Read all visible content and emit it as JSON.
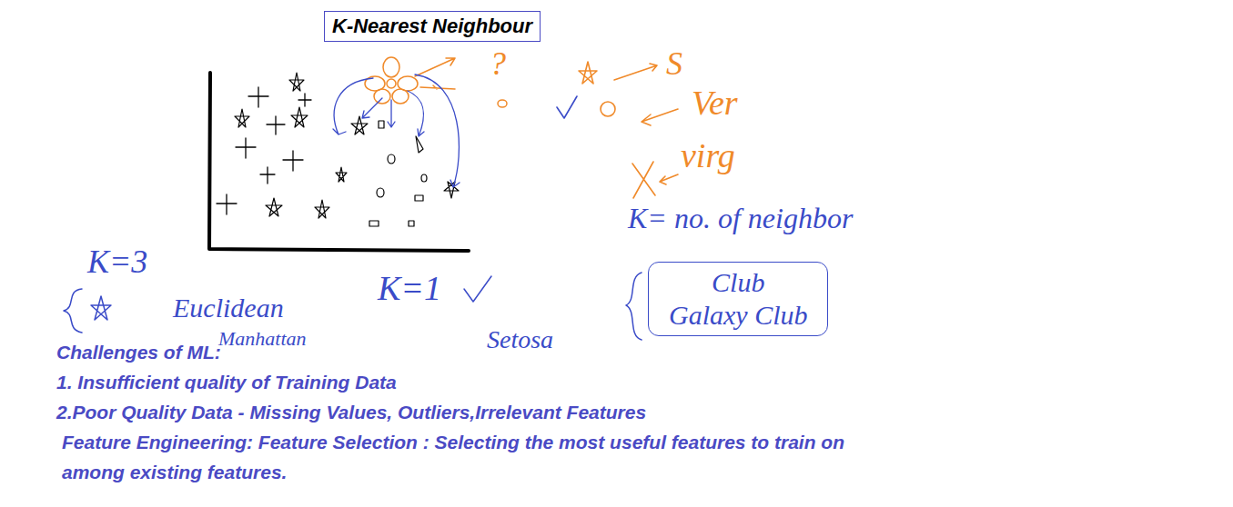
{
  "diagram": {
    "nodes": [
      {
        "text": [
          "K-Nearest Neighbour"
        ]
      },
      {
        "text": [
          "Club",
          "Galaxy Club"
        ]
      }
    ],
    "labels": [
      "?",
      "S",
      "Ver",
      "virg",
      "K= no. of neighbor",
      "K=3",
      "Euclidean",
      "K=1",
      "Manhattan",
      "Setosa",
      "Challenges of ML:",
      "1. Insufficient quality of Training Data",
      "2.Poor Quality Data - Missing Values, Outliers,Irrelevant Features",
      "Feature Engineering: Feature Selection : Selecting the most useful features to train on among existing features."
    ]
  }
}
